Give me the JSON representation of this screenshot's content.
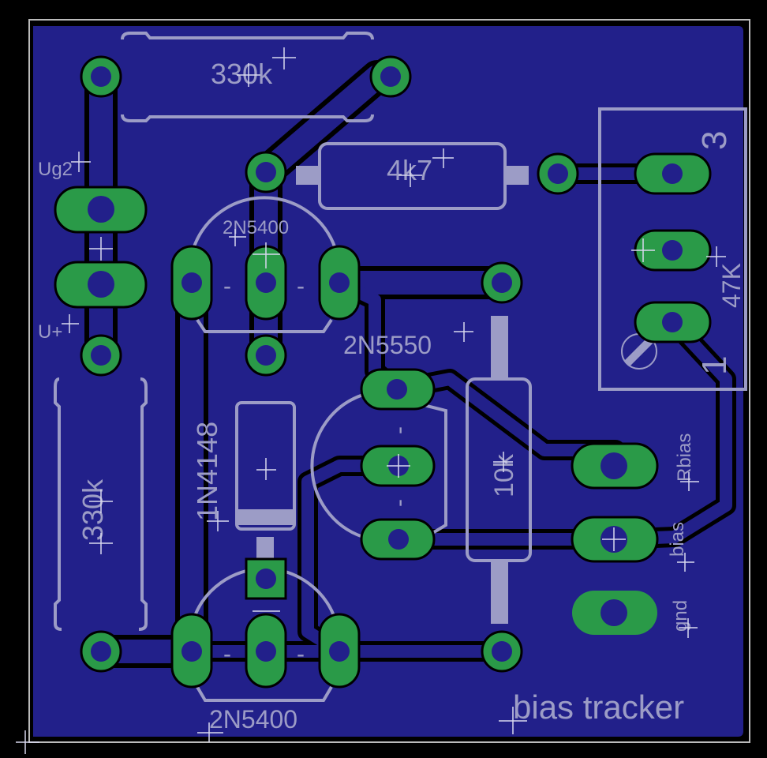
{
  "board": {
    "title": "bias tracker",
    "colors": {
      "copper": "#22208a",
      "pad": "#2a9a48",
      "silkscreen": "#9c9cc6",
      "background": "#000000"
    }
  },
  "components": {
    "r_top": "330k",
    "r_left": "330k",
    "r_4k7": "4k7",
    "r_10k": "10k",
    "q_top": "2N5400",
    "q_mid": "2N5550",
    "q_bot": "2N5400",
    "diode": "1N4148",
    "pot": "47K",
    "pot_pin3": "3",
    "pot_pin1": "1"
  },
  "connectors": {
    "ug2": "Ug2",
    "uplus": "U+",
    "rbias": "Rbias",
    "bias": "bias",
    "gnd": "gnd"
  },
  "pin_marks": {
    "minus": "-"
  }
}
